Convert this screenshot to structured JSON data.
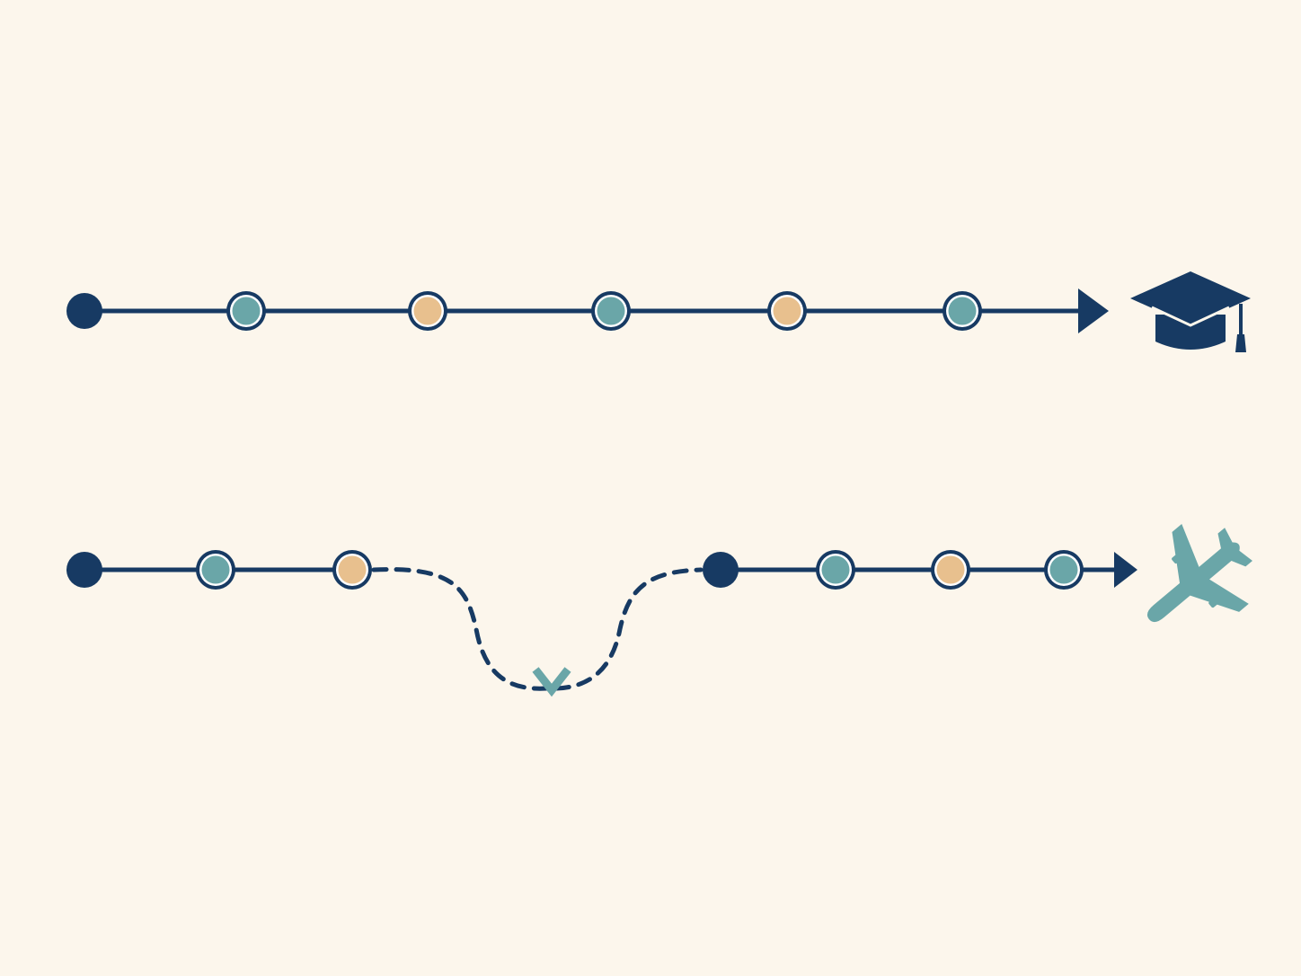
{
  "colors": {
    "background": "#fcf6ec",
    "navy": "#173a63",
    "teal": "#6aa6a8",
    "sand": "#e8c08e",
    "ring": "#ffffff"
  },
  "timelines": [
    {
      "id": "education",
      "path_style": "solid",
      "end_icon": "graduation-cap-icon",
      "nodes": [
        {
          "kind": "start",
          "fill": "navy"
        },
        {
          "kind": "milestone",
          "fill": "teal"
        },
        {
          "kind": "milestone",
          "fill": "sand"
        },
        {
          "kind": "milestone",
          "fill": "teal"
        },
        {
          "kind": "milestone",
          "fill": "sand"
        },
        {
          "kind": "milestone",
          "fill": "teal"
        }
      ]
    },
    {
      "id": "travel",
      "path_style": "solid with dashed detour",
      "detour_icon": "chevron-down-icon",
      "end_icon": "airplane-icon",
      "nodes_before_detour": [
        {
          "kind": "start",
          "fill": "navy"
        },
        {
          "kind": "milestone",
          "fill": "teal"
        },
        {
          "kind": "milestone",
          "fill": "sand"
        }
      ],
      "nodes_after_detour": [
        {
          "kind": "restart",
          "fill": "navy"
        },
        {
          "kind": "milestone",
          "fill": "teal"
        },
        {
          "kind": "milestone",
          "fill": "sand"
        },
        {
          "kind": "milestone",
          "fill": "teal"
        }
      ]
    }
  ]
}
